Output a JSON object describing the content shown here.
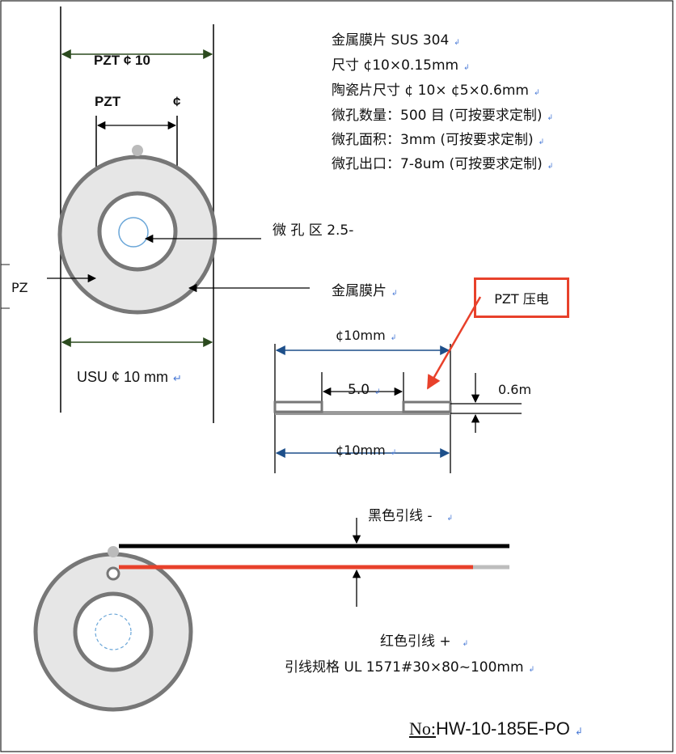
{
  "colors": {
    "disc_fill": "#e6e6e6",
    "ring_stroke": "#777777",
    "dim_arrow": "#1d4f8a",
    "black_lead": "#000000",
    "red_lead": "#e8412b",
    "callout": "#e8412b"
  },
  "top_view": {
    "dim_outer": "PZT  ¢  10",
    "dim_inner_left": "PZT",
    "dim_inner_right": "¢",
    "label_hole_zone": "微  孔  区     2.5-",
    "label_pz": "PZ",
    "label_metal": "金属膜片",
    "dim_bottom": "USU ¢ 10 mm"
  },
  "specs": [
    "金属膜片 SUS 304",
    "尺寸 ¢10×0.15mm",
    "陶瓷片尺寸 ¢ 10× ¢5×0.6mm",
    "微孔数量：500 目  (可按要求定制)",
    "微孔面积：3mm   (可按要求定制)",
    "微孔出口：7-8um (可按要求定制)"
  ],
  "section_view": {
    "callout": "PZT 压电",
    "dim_top": "¢10mm",
    "dim_mid": "5.0",
    "dim_thickness": "0.6m",
    "dim_bottom": "¢10mm"
  },
  "leads": {
    "black_label": "黑色引线  -",
    "red_label": "红色引线  +",
    "spec": "引线规格  UL    1571#30×80~100mm"
  },
  "doc": {
    "prefix": "No:",
    "number": "HW-10-185E-PO"
  }
}
